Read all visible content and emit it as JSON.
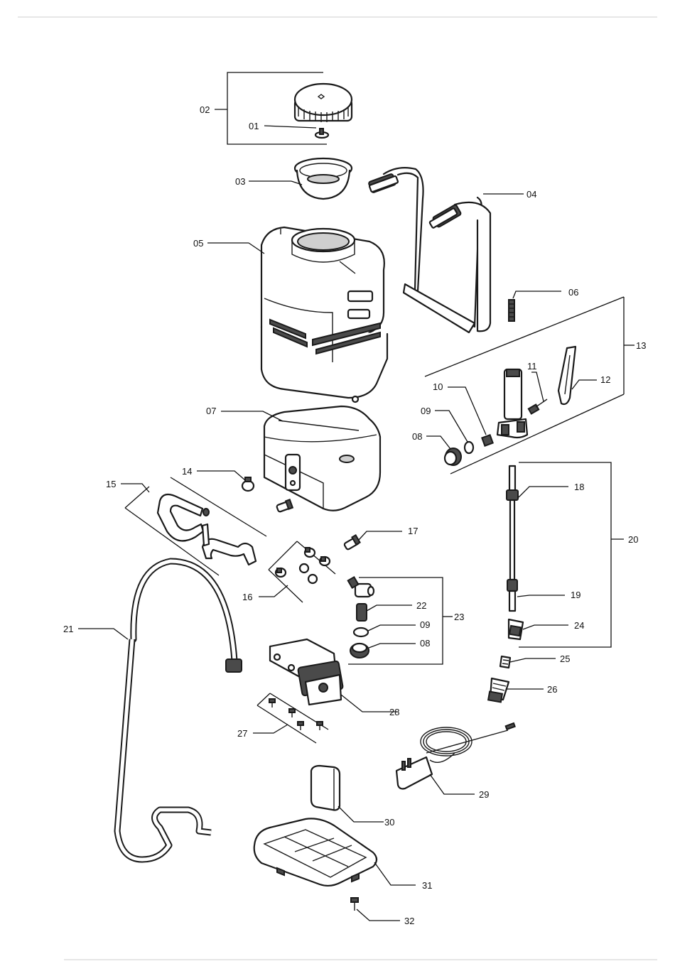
{
  "callouts": [
    {
      "id": "c01",
      "label": "01"
    },
    {
      "id": "c02",
      "label": "02"
    },
    {
      "id": "c03",
      "label": "03"
    },
    {
      "id": "c04",
      "label": "04"
    },
    {
      "id": "c05",
      "label": "05"
    },
    {
      "id": "c06",
      "label": "06"
    },
    {
      "id": "c07",
      "label": "07"
    },
    {
      "id": "c08a",
      "label": "08"
    },
    {
      "id": "c09a",
      "label": "09"
    },
    {
      "id": "c10",
      "label": "10"
    },
    {
      "id": "c11",
      "label": "11"
    },
    {
      "id": "c12",
      "label": "12"
    },
    {
      "id": "c13",
      "label": "13"
    },
    {
      "id": "c14",
      "label": "14"
    },
    {
      "id": "c15",
      "label": "15"
    },
    {
      "id": "c16",
      "label": "16"
    },
    {
      "id": "c17",
      "label": "17"
    },
    {
      "id": "c18",
      "label": "18"
    },
    {
      "id": "c19",
      "label": "19"
    },
    {
      "id": "c20",
      "label": "20"
    },
    {
      "id": "c21",
      "label": "21"
    },
    {
      "id": "c22",
      "label": "22"
    },
    {
      "id": "c09b",
      "label": "09"
    },
    {
      "id": "c23",
      "label": "23"
    },
    {
      "id": "c08b",
      "label": "08"
    },
    {
      "id": "c24",
      "label": "24"
    },
    {
      "id": "c25",
      "label": "25"
    },
    {
      "id": "c26",
      "label": "26"
    },
    {
      "id": "c27",
      "label": "27"
    },
    {
      "id": "c28",
      "label": "28"
    },
    {
      "id": "c29",
      "label": "29"
    },
    {
      "id": "c30",
      "label": "30"
    },
    {
      "id": "c31",
      "label": "31"
    },
    {
      "id": "c32",
      "label": "32"
    }
  ]
}
